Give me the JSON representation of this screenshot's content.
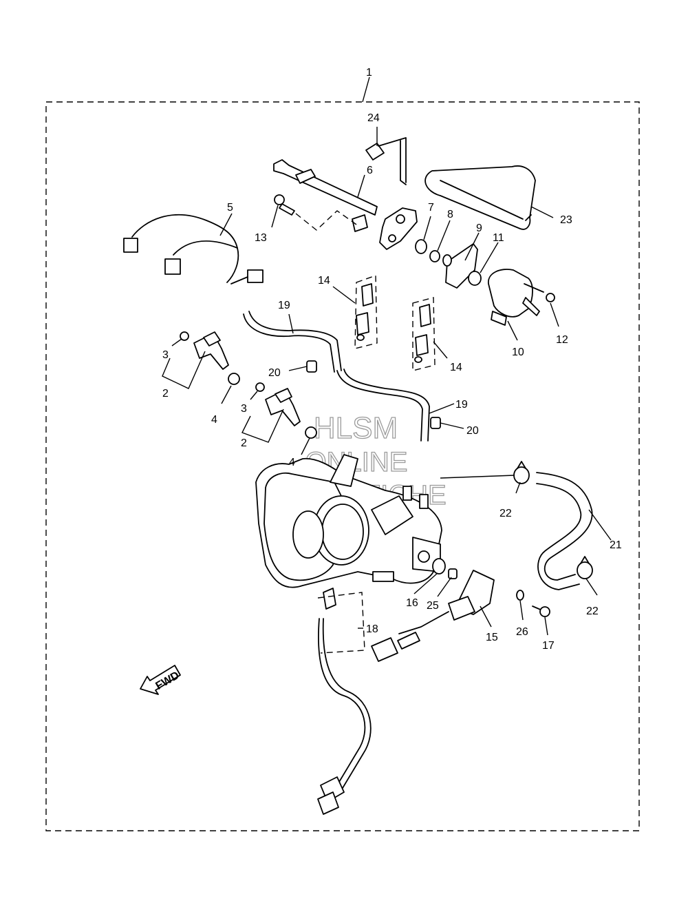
{
  "callouts": {
    "c1": "1",
    "c2a": "2",
    "c2b": "2",
    "c3a": "3",
    "c3b": "3",
    "c4a": "4",
    "c4b": "4",
    "c5": "5",
    "c6": "6",
    "c7": "7",
    "c8": "8",
    "c9": "9",
    "c10": "10",
    "c11": "11",
    "c12": "12",
    "c13": "13",
    "c14a": "14",
    "c14b": "14",
    "c15": "15",
    "c16": "16",
    "c17": "17",
    "c18": "18",
    "c19a": "19",
    "c19b": "19",
    "c20a": "20",
    "c20b": "20",
    "c21": "21",
    "c22a": "22",
    "c22b": "22",
    "c23": "23",
    "c24": "24",
    "c25": "25",
    "c26": "26"
  },
  "fwd_label": "FWD",
  "watermark": {
    "line1": "HLSM",
    "line2": "ONLINE",
    "line3": "MICROFICHE"
  }
}
